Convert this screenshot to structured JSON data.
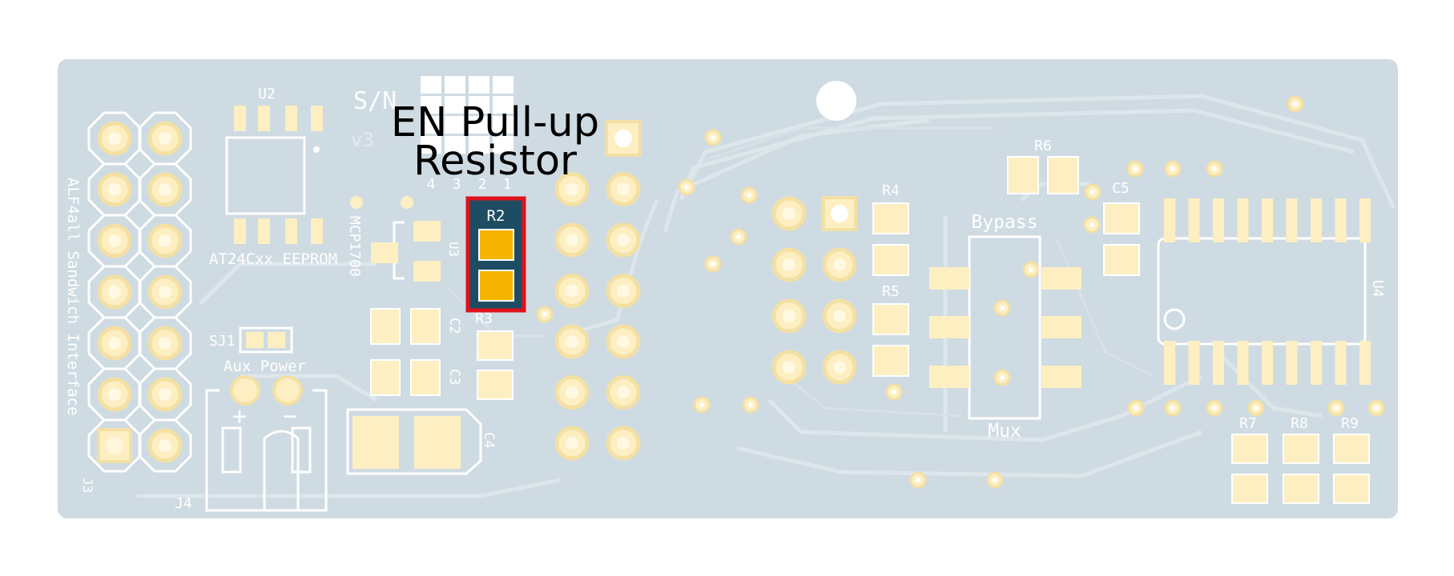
{
  "colors": {
    "board": "#cfdbe2",
    "trace": "#dde6eb",
    "pad": "#fdefc2",
    "pad_ring": "#f3e0a4",
    "silkscreen": "#ffffff",
    "highlight_fill": "#1e4d63",
    "highlight_pad": "#f5b400",
    "highlight_border": "#e0121b",
    "callout_text": "#000000"
  },
  "callout": {
    "line1": "EN Pull-up",
    "line2": "Resistor"
  },
  "highlighted": {
    "ref": "R2"
  },
  "labels": {
    "u2": "U2",
    "eeprom": "AT24Cxx EEPROM",
    "sn": "S/N",
    "ver": "v3",
    "sn_digits": [
      "4",
      "3",
      "2",
      "1"
    ],
    "mcp": "MCP1700",
    "u3": "U3",
    "sj1": "SJ1",
    "aux_power": "Aux Power",
    "plus": "+",
    "minus": "−",
    "j4": "J4",
    "j3": "J3",
    "interface": "ALF4all Sandwich Interface",
    "c2": "C2",
    "c3": "C3",
    "c4": "C4",
    "r3": "R3",
    "r4": "R4",
    "r5": "R5",
    "r6": "R6",
    "c5": "C5",
    "bypass": "Bypass",
    "mux": "Mux",
    "u4": "U4",
    "r7": "R7",
    "r8": "R8",
    "r9": "R9"
  }
}
